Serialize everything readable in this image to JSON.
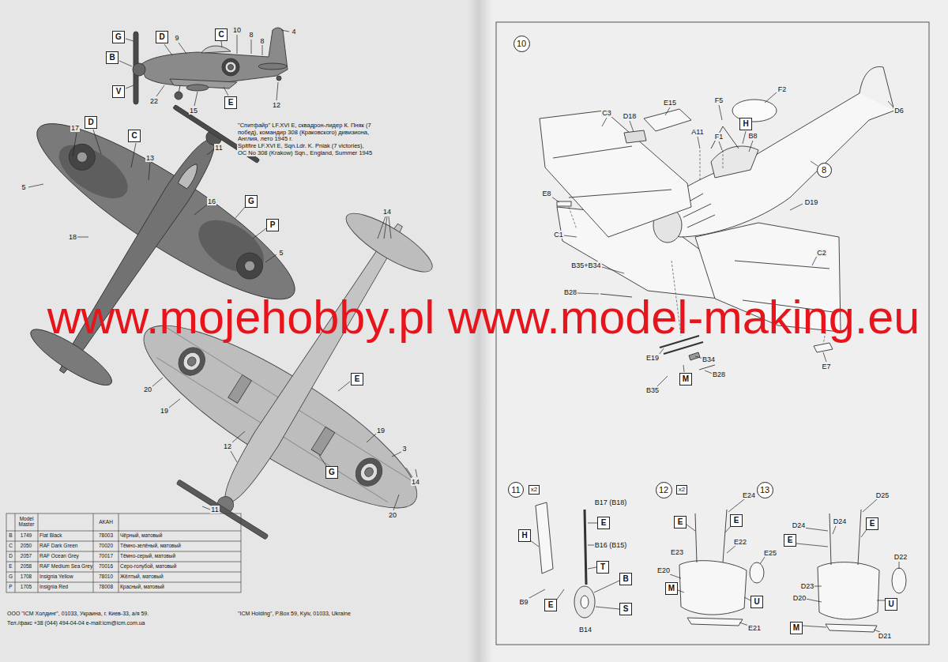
{
  "diagram": {
    "nodes": [
      {
        "text": [
          "G"
        ]
      },
      {
        "text": [
          "D"
        ]
      },
      {
        "text": [
          "C"
        ]
      },
      {
        "text": [
          "B"
        ]
      },
      {
        "text": [
          "V"
        ]
      },
      {
        "text": [
          "E"
        ]
      },
      {
        "text": [
          "D"
        ]
      },
      {
        "text": [
          "C"
        ]
      },
      {
        "text": [
          "G"
        ]
      },
      {
        "text": [
          "P"
        ]
      },
      {
        "text": [
          "E"
        ]
      },
      {
        "text": [
          "G"
        ]
      },
      {
        "text": [
          "10"
        ]
      },
      {
        "text": [
          "H"
        ]
      },
      {
        "text": [
          "8"
        ]
      },
      {
        "text": [
          "M"
        ]
      },
      {
        "text": [
          "11"
        ]
      },
      {
        "text": [
          "x2"
        ]
      },
      {
        "text": [
          "E"
        ]
      },
      {
        "text": [
          "H"
        ]
      },
      {
        "text": [
          "T"
        ]
      },
      {
        "text": [
          "B"
        ]
      },
      {
        "text": [
          "E"
        ]
      },
      {
        "text": [
          "S"
        ]
      },
      {
        "text": [
          "12"
        ]
      },
      {
        "text": [
          "x2"
        ]
      },
      {
        "text": [
          "E"
        ]
      },
      {
        "text": [
          "E"
        ]
      },
      {
        "text": [
          "M"
        ]
      },
      {
        "text": [
          "U"
        ]
      },
      {
        "text": [
          "13"
        ]
      },
      {
        "text": [
          "E"
        ]
      },
      {
        "text": [
          "E"
        ]
      },
      {
        "text": [
          "M"
        ]
      },
      {
        "text": [
          "U"
        ]
      }
    ],
    "labels": [
      "9",
      "10",
      "8",
      "8",
      "4",
      "22",
      "15",
      "12",
      "\"Спитфайр\" LF.XVI E, сквадрон-лидер К. Пняк (7 побед), командир 308 (Краковского) дивизиона, Англия, лето 1945 г.",
      "Spitfire LF.XVI E, Sqn.Ldr. K. Pniak (7 victories), OC No 308 (Krakow) Sqn., England, Summer 1945",
      "17",
      "13",
      "11",
      "16",
      "5",
      "18",
      "5",
      "14",
      "20",
      "19",
      "12",
      "19",
      "3",
      "14",
      "11",
      "20",
      "Model Master",
      "AKAH",
      "B",
      "1749",
      "Flat Black",
      "78003",
      "Чёрный, матовый",
      "C",
      "2050",
      "RAF Dark Green",
      "70020",
      "Тёмно-зелёный, матовый",
      "D",
      "2057",
      "RAF Ocean Grey",
      "70017",
      "Тёмно-серый, матовый",
      "E",
      "2058",
      "RAF Medium Sea Grey",
      "70016",
      "Серо-голубой, матовый",
      "G",
      "1708",
      "Insignia Yellow",
      "78010",
      "Жёлтый, матовый",
      "P",
      "1705",
      "Insignia Red",
      "78008",
      "Красный, матовый",
      "ООО \"ICM Холдинг\", 01033, Украина, г. Киев-33, а/я 59.",
      "Тел./факс +38 (044) 494-04-04   e-mail:icm@icm.com.ua",
      "\"ICM Holding\", P.Box 59, Kyiv, 01033, Ukraine",
      "www.mojehobby.pl www.model-making.eu",
      "E15",
      "C3",
      "D18",
      "F5",
      "F2",
      "A11",
      "F1",
      "B8",
      "D6",
      "E8",
      "D19",
      "C1",
      "C2",
      "B35+B34",
      "B28",
      "E19",
      "B34",
      "B35",
      "B28",
      "E7",
      "B17 (B18)",
      "B16 (B15)",
      "B9",
      "B14",
      "E24",
      "E22",
      "E23",
      "E25",
      "E20",
      "E21",
      "D25",
      "D24",
      "D24",
      "D22",
      "D23",
      "D20",
      "D21"
    ]
  }
}
